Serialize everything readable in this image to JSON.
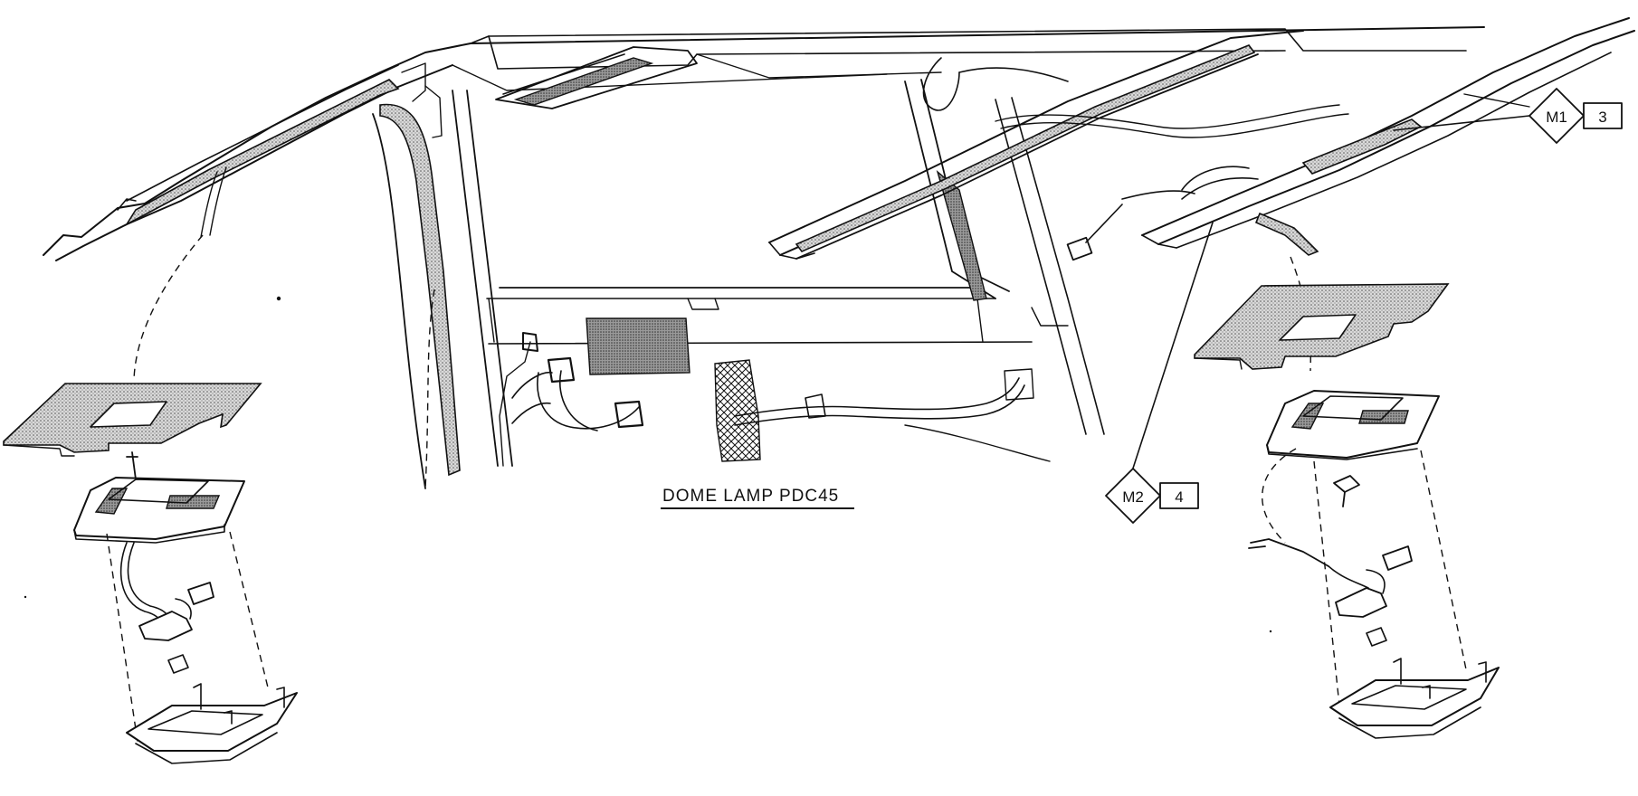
{
  "caption": "DOME LAMP PDC45",
  "callouts": [
    {
      "code": "M1",
      "number": "3"
    },
    {
      "code": "M2",
      "number": "4"
    }
  ],
  "colors": {
    "ink": "#111111",
    "paper": "#ffffff"
  }
}
